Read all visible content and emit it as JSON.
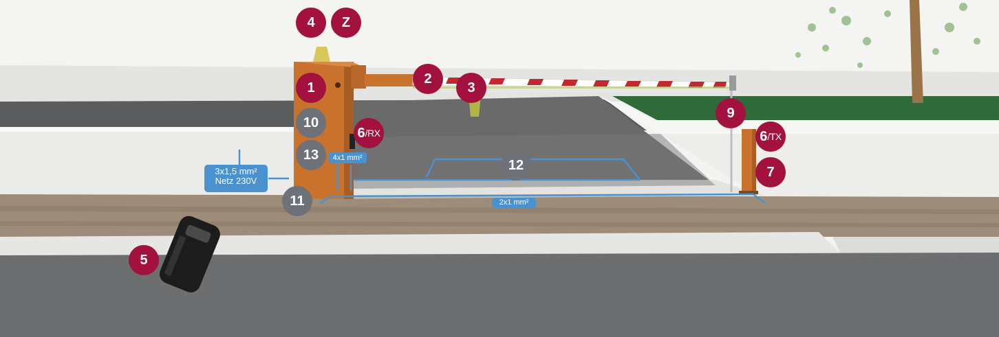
{
  "labels": {
    "b1": "1",
    "b2": "2",
    "b3": "3",
    "b4": "4",
    "bZ": "Z",
    "b5": "5",
    "b6rx_num": "6",
    "b6rx_sfx": "/RX",
    "b6tx_num": "6",
    "b6tx_sfx": "/TX",
    "b7": "7",
    "b9": "9",
    "b10": "10",
    "b11": "11",
    "b12": "12",
    "b13": "13"
  },
  "cables": {
    "power_line1": "3x1,5 mm²",
    "power_line2": "Netz 230V",
    "control": "4x1 mm²",
    "photocell": "2x1 mm²"
  },
  "colors": {
    "accent_red": "#a3123e",
    "neutral_gray": "#6e7278",
    "cable_blue": "#4a92cf",
    "barrier_orange": "#c8722e"
  }
}
